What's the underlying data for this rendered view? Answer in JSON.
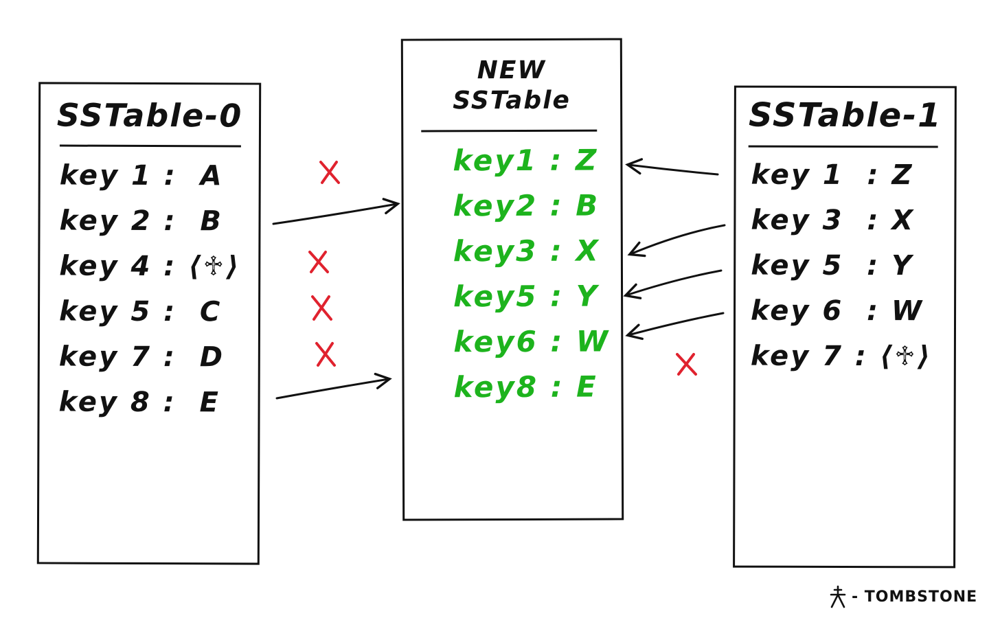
{
  "sstable0": {
    "title": "SSTable-0",
    "rows": [
      "key 1 :  A",
      "key 2 :  B",
      "key 4 : ⟨♱⟩",
      "key 5 :  C",
      "key 7 :  D",
      "key 8 :  E"
    ]
  },
  "new_sstable": {
    "title": "NEW\nSSTable",
    "rows": [
      "key1 : Z",
      "key2 : B",
      "key3 : X",
      "key5 : Y",
      "key6 : W",
      "key8 : E"
    ]
  },
  "sstable1": {
    "title": "SSTable-1",
    "rows": [
      "key 1  : Z",
      "key 3  : X",
      "key 5  : Y",
      "key 6  : W",
      "key 7 : ⟨♱⟩"
    ]
  },
  "legend": {
    "label": "- TOMBSTONE",
    "icon": "tombstone-icon"
  },
  "colors": {
    "ink": "#111111",
    "merged_text": "#1db31d",
    "discard_mark": "#e0222e"
  }
}
